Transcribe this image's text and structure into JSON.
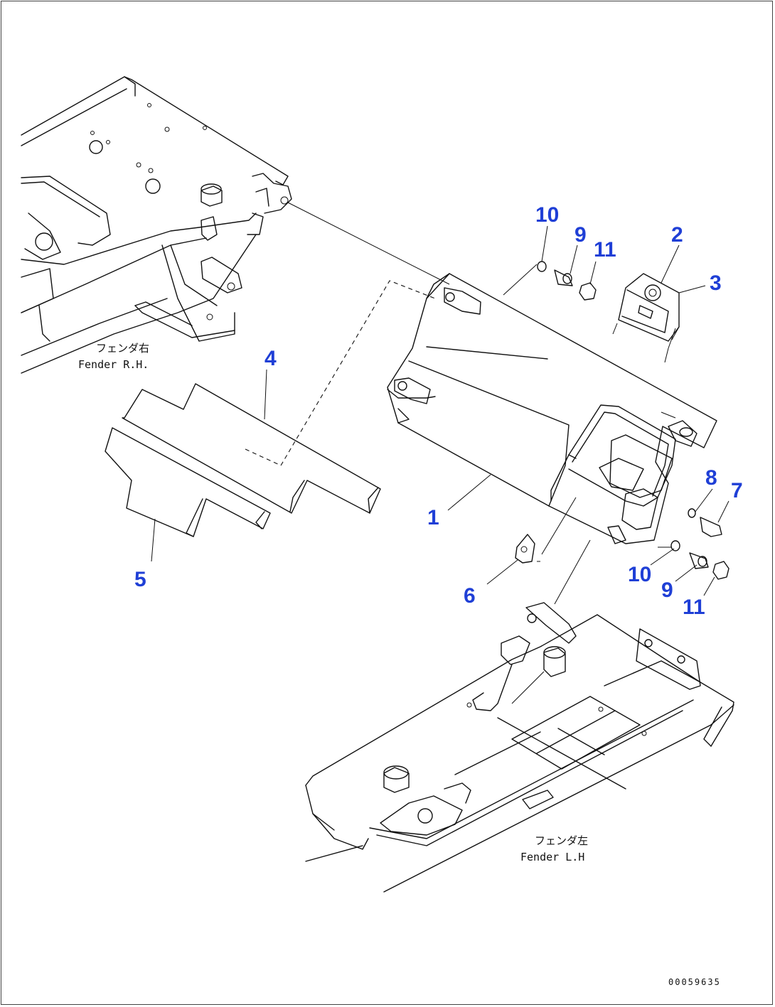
{
  "callouts": {
    "c1": "1",
    "c2": "2",
    "c3": "3",
    "c4": "4",
    "c5": "5",
    "c6": "6",
    "c7": "7",
    "c8": "8",
    "c9a": "9",
    "c9b": "9",
    "c10a": "10",
    "c10b": "10",
    "c11a": "11",
    "c11b": "11"
  },
  "labels": {
    "fender_rh_jp": "フェンダ右",
    "fender_rh_en": "Fender R.H.",
    "fender_lh_jp": "フェンダ左",
    "fender_lh_en": "Fender L.H"
  },
  "drawing_code": "00059635",
  "colors": {
    "callout": "#1f3fd6",
    "line": "#111111"
  }
}
